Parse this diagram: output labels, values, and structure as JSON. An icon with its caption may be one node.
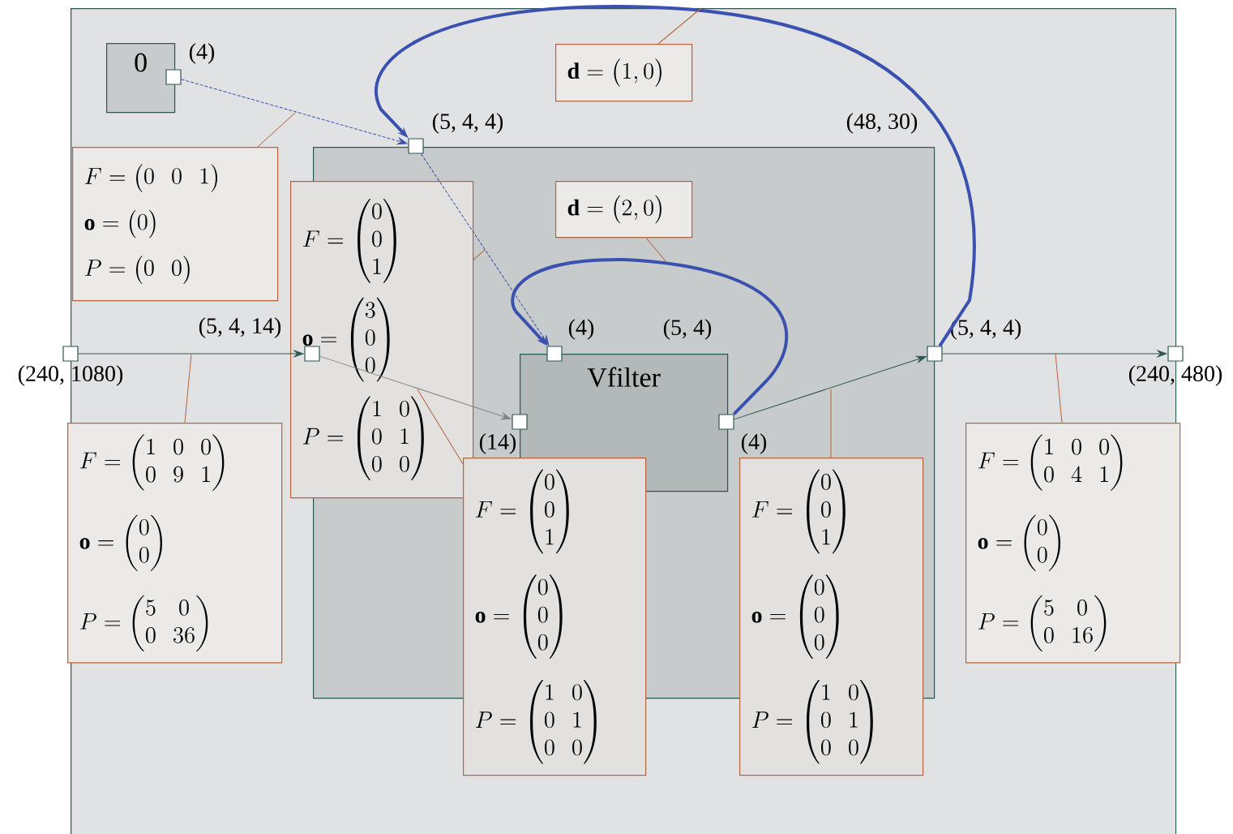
{
  "diagram": {
    "nodes": [
      {
        "text": [],
        "shape": "box"
      },
      {
        "text": [
          "0"
        ],
        "in": 0
      },
      {
        "text": [],
        "shape": "box",
        "in": 0,
        "beside": [
          "(4)"
        ]
      },
      {
        "text": [
          "\\mathbf{d} = \\bigl(1, 0\\bigr)"
        ],
        "in": 0
      },
      {
        "text": [
          "F = \\begin{pmatrix}0 & 0 & 1\\end{pmatrix}",
          "\\mathbf{o} = \\begin{pmatrix}0\\end{pmatrix}",
          "P = \\begin{pmatrix}0 & 0\\end{pmatrix}"
        ],
        "in": 0
      },
      {
        "text": [],
        "shape": "box",
        "in": 0,
        "beside": [
          "(48, 30)"
        ]
      },
      {
        "text": [],
        "shape": "box",
        "in": 0,
        "beside": [
          "(5, 4, 4)"
        ]
      },
      {
        "text": [],
        "shape": "box",
        "beside": [
          "(240, 1080)"
        ]
      },
      {
        "text": [
          "F = \\begin{pmatrix}1 & 0 & 0\\\\ 0 & 9 & 1\\end{pmatrix}",
          "\\mathbf{o} = \\begin{pmatrix}0\\\\ 0\\end{pmatrix}",
          "P = \\begin{pmatrix}5 & 0\\\\ 0 & 36\\end{pmatrix}"
        ],
        "in": 0
      },
      {
        "text": [],
        "shape": "box",
        "in": 10,
        "beside": [
          "(5, 4, 14)"
        ]
      },
      {
        "text": [
          "F = \\begin{pmatrix}0\\\\ 0\\\\ 1\\end{pmatrix}",
          "\\mathbf{o} = \\begin{pmatrix}3\\\\ 0\\\\ 0\\end{pmatrix}",
          "P = \\begin{pmatrix}1 & 0\\\\ 0 & 1\\\\ 0 & 0\\end{pmatrix}"
        ],
        "in": 0
      },
      {
        "text": [
          "\\mathbf{d} = \\bigl(2, 0\\bigr)"
        ],
        "in": 5
      },
      {
        "text": [
          "Vfilter"
        ],
        "in": 5,
        "beside": [
          "(5, 4)"
        ]
      },
      {
        "text": [],
        "shape": "box",
        "in": 5,
        "beside": [
          "(4)"
        ]
      },
      {
        "text": [],
        "shape": "box",
        "in": 5,
        "beside": [
          "(14)"
        ]
      },
      {
        "text": [],
        "shape": "box",
        "in": 5,
        "beside": [
          "(4)"
        ]
      },
      {
        "text": [
          "F = \\begin{pmatrix}0\\\\ 0\\\\ 1\\end{pmatrix}",
          "\\mathbf{o} = \\begin{pmatrix}0\\\\ 0\\\\ 0\\end{pmatrix}",
          "P = \\begin{pmatrix}1 & 0\\\\ 0 & 1\\\\ 0 & 0\\end{pmatrix}"
        ],
        "in": 0
      },
      {
        "text": [
          "F = \\begin{pmatrix}0\\\\ 0\\\\ 1\\end{pmatrix}",
          "\\mathbf{o} = \\begin{pmatrix}0\\\\ 0\\\\ 0\\end{pmatrix}",
          "P = \\begin{pmatrix}1 & 0\\\\ 0 & 1\\\\ 0 & 0\\end{pmatrix}"
        ],
        "in": 0
      },
      {
        "text": [],
        "shape": "box",
        "in": 0,
        "beside": [
          "(5, 4, 4)"
        ]
      },
      {
        "text": [],
        "shape": "box",
        "beside": [
          "(240, 480)"
        ]
      },
      {
        "text": [
          "F = \\begin{pmatrix}1 & 0 & 0\\\\ 0 & 4 & 1\\end{pmatrix}",
          "\\mathbf{o} = \\begin{pmatrix}0\\\\ 0\\end{pmatrix}",
          "P = \\begin{pmatrix}5 & 0\\\\ 0 & 16\\end{pmatrix}"
        ],
        "in": 0
      }
    ],
    "edges": [
      {
        "from": 2,
        "to": 6,
        "arrow": "to",
        "style": "dashed",
        "color": "#3a51b0"
      },
      {
        "from": 6,
        "to": 13,
        "arrow": "to",
        "style": "dashed",
        "color": "#3a51b0"
      },
      {
        "from": 18,
        "to": 6,
        "arrow": "to",
        "style": "thick",
        "color": "#3a51b0"
      },
      {
        "from": 15,
        "to": 13,
        "arrow": "to",
        "style": "thick",
        "color": "#3a51b0"
      },
      {
        "from": 7,
        "to": 9,
        "arrow": "to",
        "color": "#2e5753"
      },
      {
        "from": 9,
        "to": 14,
        "arrow": "to",
        "color": "#7f8786"
      },
      {
        "from": 15,
        "to": 18,
        "arrow": "to",
        "color": "#2e5753"
      },
      {
        "from": 18,
        "to": 19,
        "arrow": "to",
        "color": "#2e5753"
      },
      {
        "from": 4,
        "to": null,
        "arrow": "none"
      },
      {
        "from": 3,
        "to": null,
        "arrow": "none"
      },
      {
        "from": 11,
        "to": null,
        "arrow": "none"
      },
      {
        "from": 8,
        "to": null,
        "arrow": "none"
      },
      {
        "from": 10,
        "to": null,
        "arrow": "none"
      },
      {
        "from": 16,
        "to": null,
        "arrow": "none"
      },
      {
        "from": 17,
        "to": null,
        "arrow": "none"
      },
      {
        "from": 20,
        "to": null,
        "arrow": "none"
      }
    ]
  }
}
